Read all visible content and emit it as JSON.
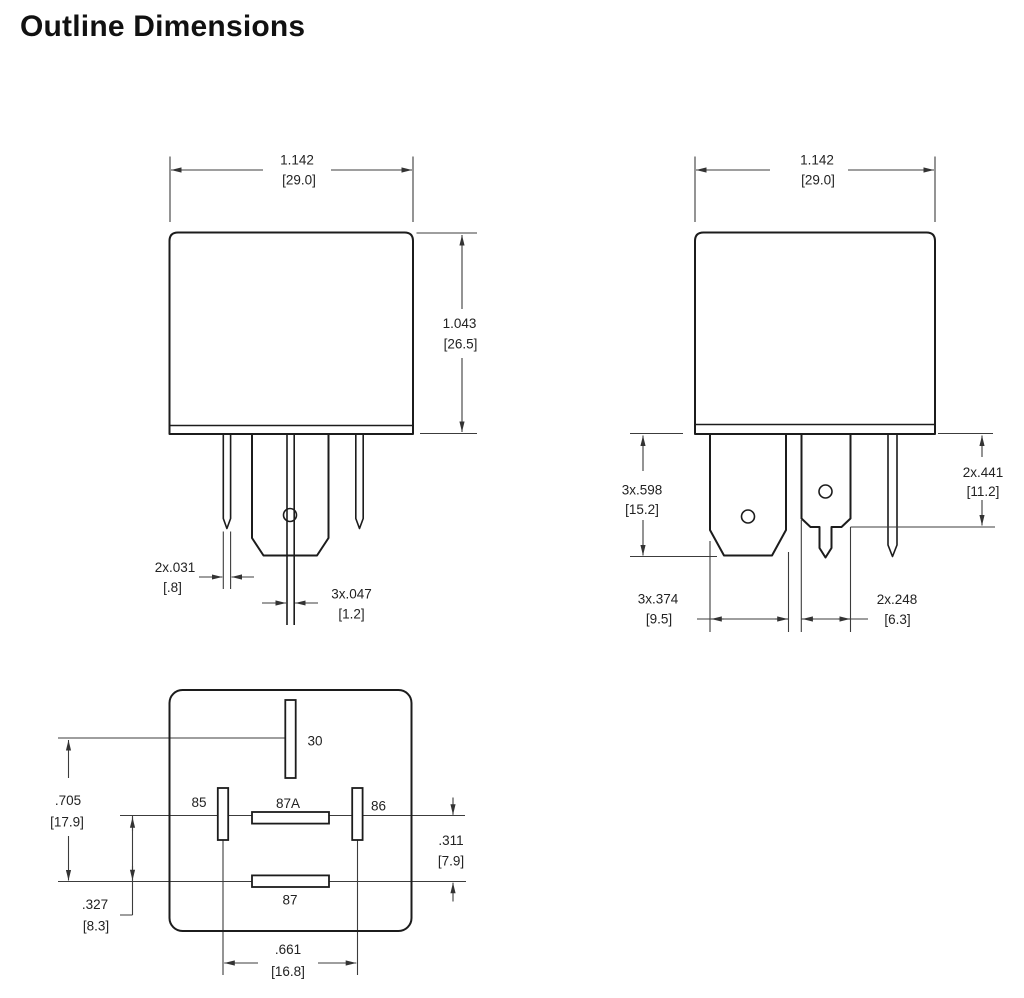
{
  "title": "Outline Dimensions",
  "front_view": {
    "width_in": "1.142",
    "width_mm": "[29.0]",
    "height_in": "1.043",
    "height_mm": "[26.5]",
    "pin_thk_in": "2x.031",
    "pin_thk_mm": "[.8]",
    "blade_thk_in": "3x.047",
    "blade_thk_mm": "[1.2]"
  },
  "side_view": {
    "width_in": "1.142",
    "width_mm": "[29.0]",
    "blade_len_in": "3x.598",
    "blade_len_mm": "[15.2]",
    "pin_len_in": "2x.441",
    "pin_len_mm": "[11.2]",
    "blade_w_in": "3x.374",
    "blade_w_mm": "[9.5]",
    "mid_blade_w_in": "2x.248",
    "mid_blade_w_mm": "[6.3]"
  },
  "bottom_view": {
    "pin30": "30",
    "pin85": "85",
    "pin86": "86",
    "pin87a": "87A",
    "pin87": "87",
    "h_total_in": ".705",
    "h_total_mm": "[17.9]",
    "h_coil_in": ".327",
    "h_coil_mm": "[8.3]",
    "h_throw_in": ".311",
    "h_throw_mm": "[7.9]",
    "w_span_in": ".661",
    "w_span_mm": "[16.8]"
  }
}
